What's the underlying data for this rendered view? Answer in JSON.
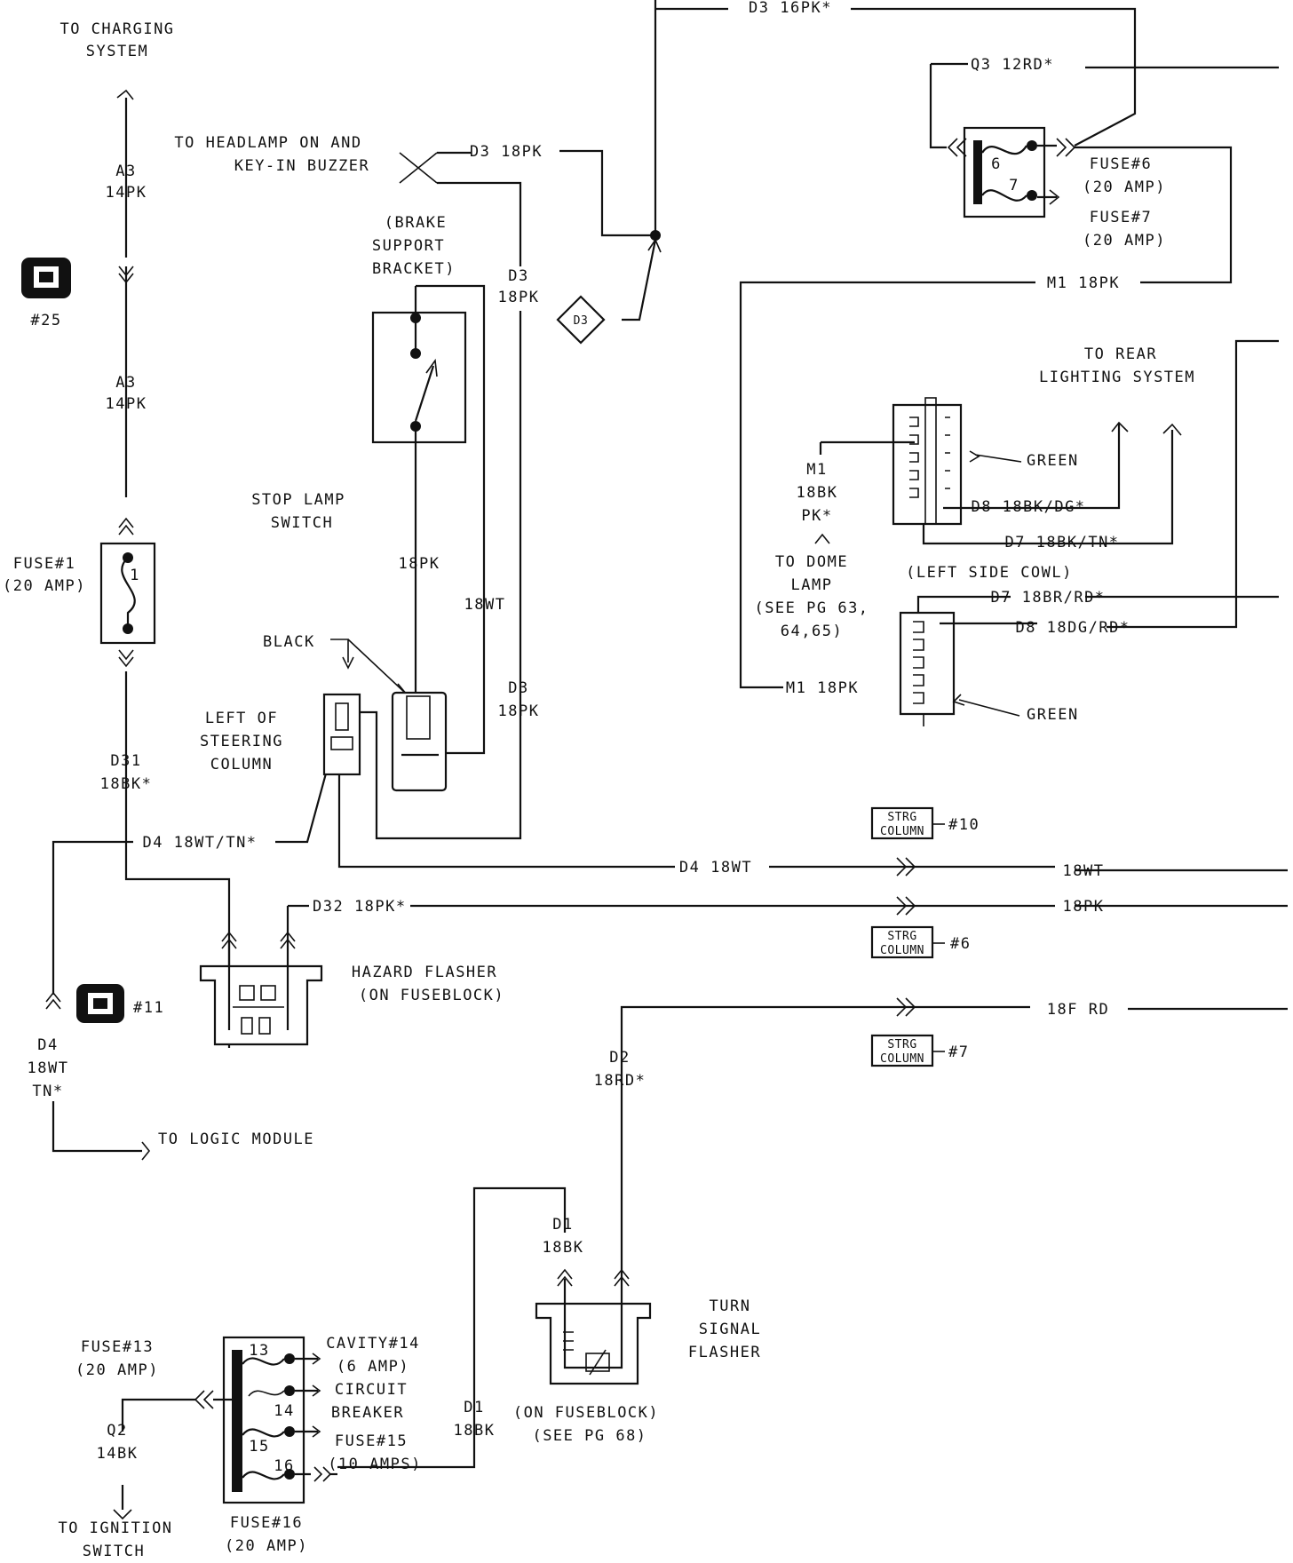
{
  "labels": {
    "to_charging_1": "TO CHARGING",
    "to_charging_2": "SYSTEM",
    "a3_top_1": "A3",
    "a3_top_2": "14PK",
    "a3_bot_1": "A3",
    "a3_bot_2": "14PK",
    "ref25": "#25",
    "fuse1_1": "FUSE#1",
    "fuse1_2": "(20 AMP)",
    "fuse1_num": "1",
    "d31_1": "D31",
    "d31_2": "18BK*",
    "headlamp_1": "TO HEADLAMP ON AND",
    "headlamp_2": "KEY-IN BUZZER",
    "d3_18pk_top": "D3 18PK",
    "d3_16pk_top": "D3 16PK*",
    "brake_1": "(BRAKE",
    "brake_2": "SUPPORT",
    "brake_3": "BRACKET)",
    "d3_vert_1": "D3",
    "d3_vert_2": "18PK",
    "d3_diamond": "D3",
    "stop_lamp_1": "STOP LAMP",
    "stop_lamp_2": "SWITCH",
    "wire_18pk": "18PK",
    "wire_18wt": "18WT",
    "black": "BLACK",
    "d3_low_1": "D3",
    "d3_low_2": "18PK",
    "steering_1": "LEFT OF",
    "steering_2": "STEERING",
    "steering_3": "COLUMN",
    "d4_18wt_tn": "D4 18WT/TN*",
    "d4_left_1": "D4",
    "d4_left_2": "18WT",
    "d4_left_3": "TN*",
    "ref11": "#11",
    "to_logic": "TO LOGIC MODULE",
    "d32": "D32 18PK*",
    "hazard_1": "HAZARD FLASHER",
    "hazard_2": "(ON FUSEBLOCK)",
    "q3": "Q3 12RD*",
    "fuse6_num": "6",
    "fuse7_num": "7",
    "fuse6_1": "FUSE#6",
    "fuse6_2": "(20 AMP)",
    "fuse7_1": "FUSE#7",
    "fuse7_2": "(20 AMP)",
    "m1_18pk_top": "M1 18PK",
    "rear_1": "TO REAR",
    "rear_2": "LIGHTING SYSTEM",
    "green_1": "GREEN",
    "m1_bk_1": "M1",
    "m1_bk_2": "18BK",
    "m1_bk_3": "PK*",
    "d8_bk_dg": "D8 18BK/DG*",
    "d7_bk_tn": "D7 18BK/TN*",
    "dome_1": "TO DOME",
    "dome_2": "LAMP",
    "dome_3": "(SEE PG 63,",
    "dome_4": "64,65)",
    "left_cowl": "(LEFT SIDE COWL)",
    "d7_br_rd": "D7 18BR/RD*",
    "d8_dg_rd": "D8 18DG/RD*",
    "m1_18pk_low": "M1 18PK",
    "green_2": "GREEN",
    "strg_1": "STRG",
    "strg_2": "COLUMN",
    "strg10": "#10",
    "strg6": "#6",
    "strg7": "#7",
    "d4_18wt": "D4 18WT",
    "wt_right": "18WT",
    "pk_right": "18PK",
    "rd_right": "18F RD",
    "d2_1": "D2",
    "d2_2": "18RD*",
    "d1_top_1": "D1",
    "d1_top_2": "18BK",
    "turn_1": "TURN",
    "turn_2": "SIGNAL",
    "turn_3": "FLASHER",
    "turn_4": "(ON FUSEBLOCK)",
    "turn_5": "(SEE PG 68)",
    "d1_bot_1": "D1",
    "d1_bot_2": "18BK",
    "fuse13_1": "FUSE#13",
    "fuse13_2": "(20 AMP)",
    "n13": "13",
    "n14": "14",
    "n15": "15",
    "n16": "16",
    "cavity_1": "CAVITY#14",
    "cavity_2": "(6 AMP)",
    "cavity_3": "CIRCUIT",
    "cavity_4": "BREAKER",
    "fuse15_1": "FUSE#15",
    "fuse15_2": "(10 AMPS)",
    "q2_1": "Q2",
    "q2_2": "14BK",
    "ign_1": "TO IGNITION",
    "ign_2": "SWITCH",
    "fuse16_1": "FUSE#16",
    "fuse16_2": "(20 AMP)"
  }
}
